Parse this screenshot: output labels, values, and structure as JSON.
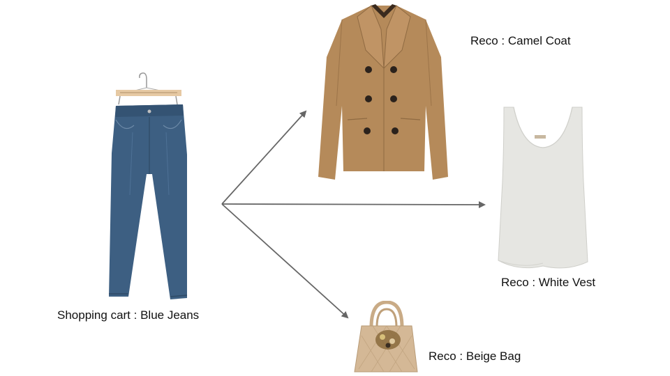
{
  "cart": {
    "label": "Shopping cart : Blue Jeans",
    "image_icon": "blue-jeans-image"
  },
  "recommendations": [
    {
      "label": "Reco : Camel Coat",
      "image_icon": "camel-coat-image"
    },
    {
      "label": "Reco : White Vest",
      "image_icon": "white-vest-image"
    },
    {
      "label": "Reco : Beige Bag",
      "image_icon": "beige-bag-image"
    }
  ],
  "colors": {
    "arrow": "#666666",
    "jeans": "#3d5f82",
    "coat": "#b58a5a",
    "vest": "#e6e6e2",
    "bag": "#d4b896",
    "hanger_bar": "#e6c9a3"
  }
}
